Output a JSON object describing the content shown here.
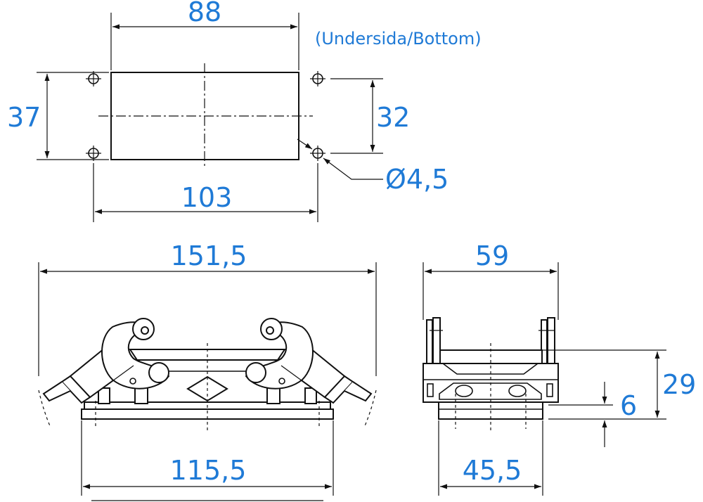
{
  "note": "(Undersida/Bottom)",
  "cutout": {
    "width": "88",
    "height": "37",
    "hole_spacing_x": "103",
    "hole_spacing_y": "32",
    "hole_diameter": "Ø4,5"
  },
  "front_view": {
    "overall_width": "151,5",
    "base_width": "115,5"
  },
  "side_view": {
    "overall_width": "59",
    "base_width": "45,5",
    "height": "29",
    "base_height": "6"
  },
  "colors": {
    "dimension_text": "#1f7ad6",
    "lines": "#111111"
  }
}
